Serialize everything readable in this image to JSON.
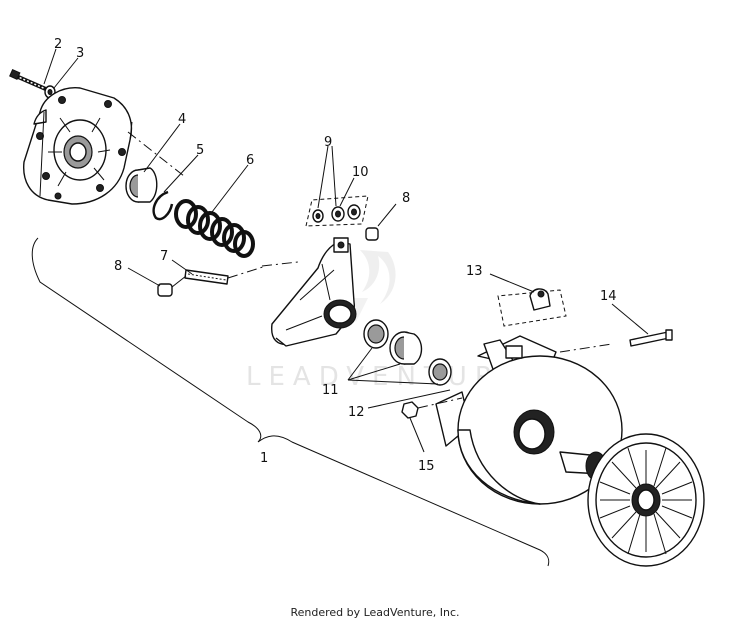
{
  "diagram": {
    "watermark": "LEADVENTURE",
    "callouts": [
      "1",
      "2",
      "3",
      "4",
      "5",
      "6",
      "7",
      "8",
      "8",
      "9",
      "10",
      "11",
      "12",
      "13",
      "14",
      "15"
    ],
    "footer": "Rendered by LeadVenture, Inc."
  }
}
